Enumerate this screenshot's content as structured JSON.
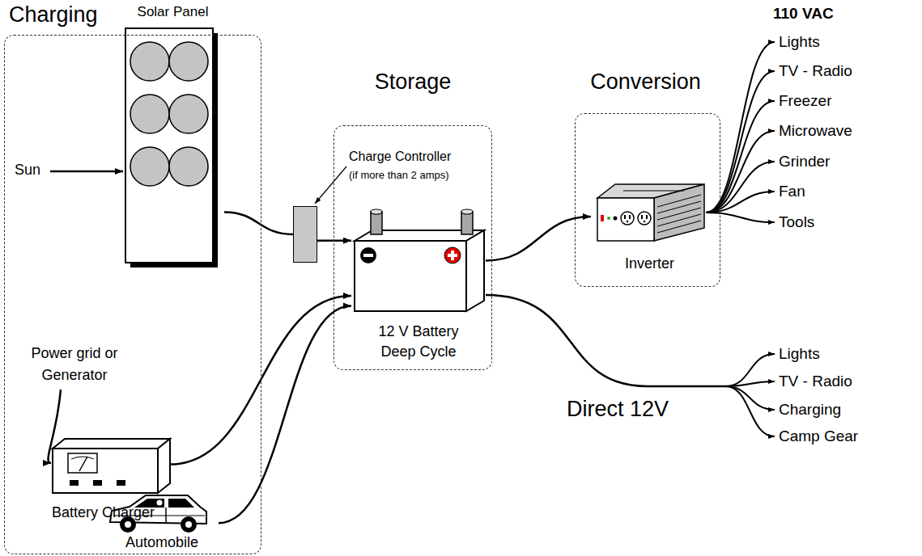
{
  "diagram": {
    "nodes": [
      {
        "text": [
          "Charging"
        ]
      },
      {
        "text": [
          "Solar Panel"
        ],
        "in": 0
      },
      {
        "text": [
          "Battery Charger"
        ],
        "in": 0
      },
      {
        "text": [
          "Automobile"
        ],
        "in": 0
      },
      {
        "text": [
          "Charge Controller",
          "(if more than 2 amps)"
        ]
      },
      {
        "text": [
          "Storage"
        ]
      },
      {
        "text": [
          "12 V Battery Deep Cycle"
        ],
        "in": 5
      },
      {
        "text": [
          "Conversion"
        ]
      },
      {
        "text": [
          "Inverter"
        ],
        "in": 7
      }
    ],
    "edges": [
      {
        "from": 1,
        "to": 4,
        "arrow": "none"
      },
      {
        "from": 4,
        "to": 6,
        "arrow": "to"
      },
      {
        "from": 2,
        "to": 6,
        "arrow": "to"
      },
      {
        "from": 3,
        "to": 6,
        "arrow": "to"
      },
      {
        "from": 6,
        "to": 8,
        "arrow": "to"
      }
    ],
    "labels": [
      "Sun",
      "Power grid or Generator",
      "110 VAC",
      "Lights",
      "TV - Radio",
      "Freezer",
      "Microwave",
      "Grinder",
      "Fan",
      "Tools",
      "Direct 12V",
      "Lights",
      "TV - Radio",
      "Charging",
      "Camp Gear"
    ]
  }
}
